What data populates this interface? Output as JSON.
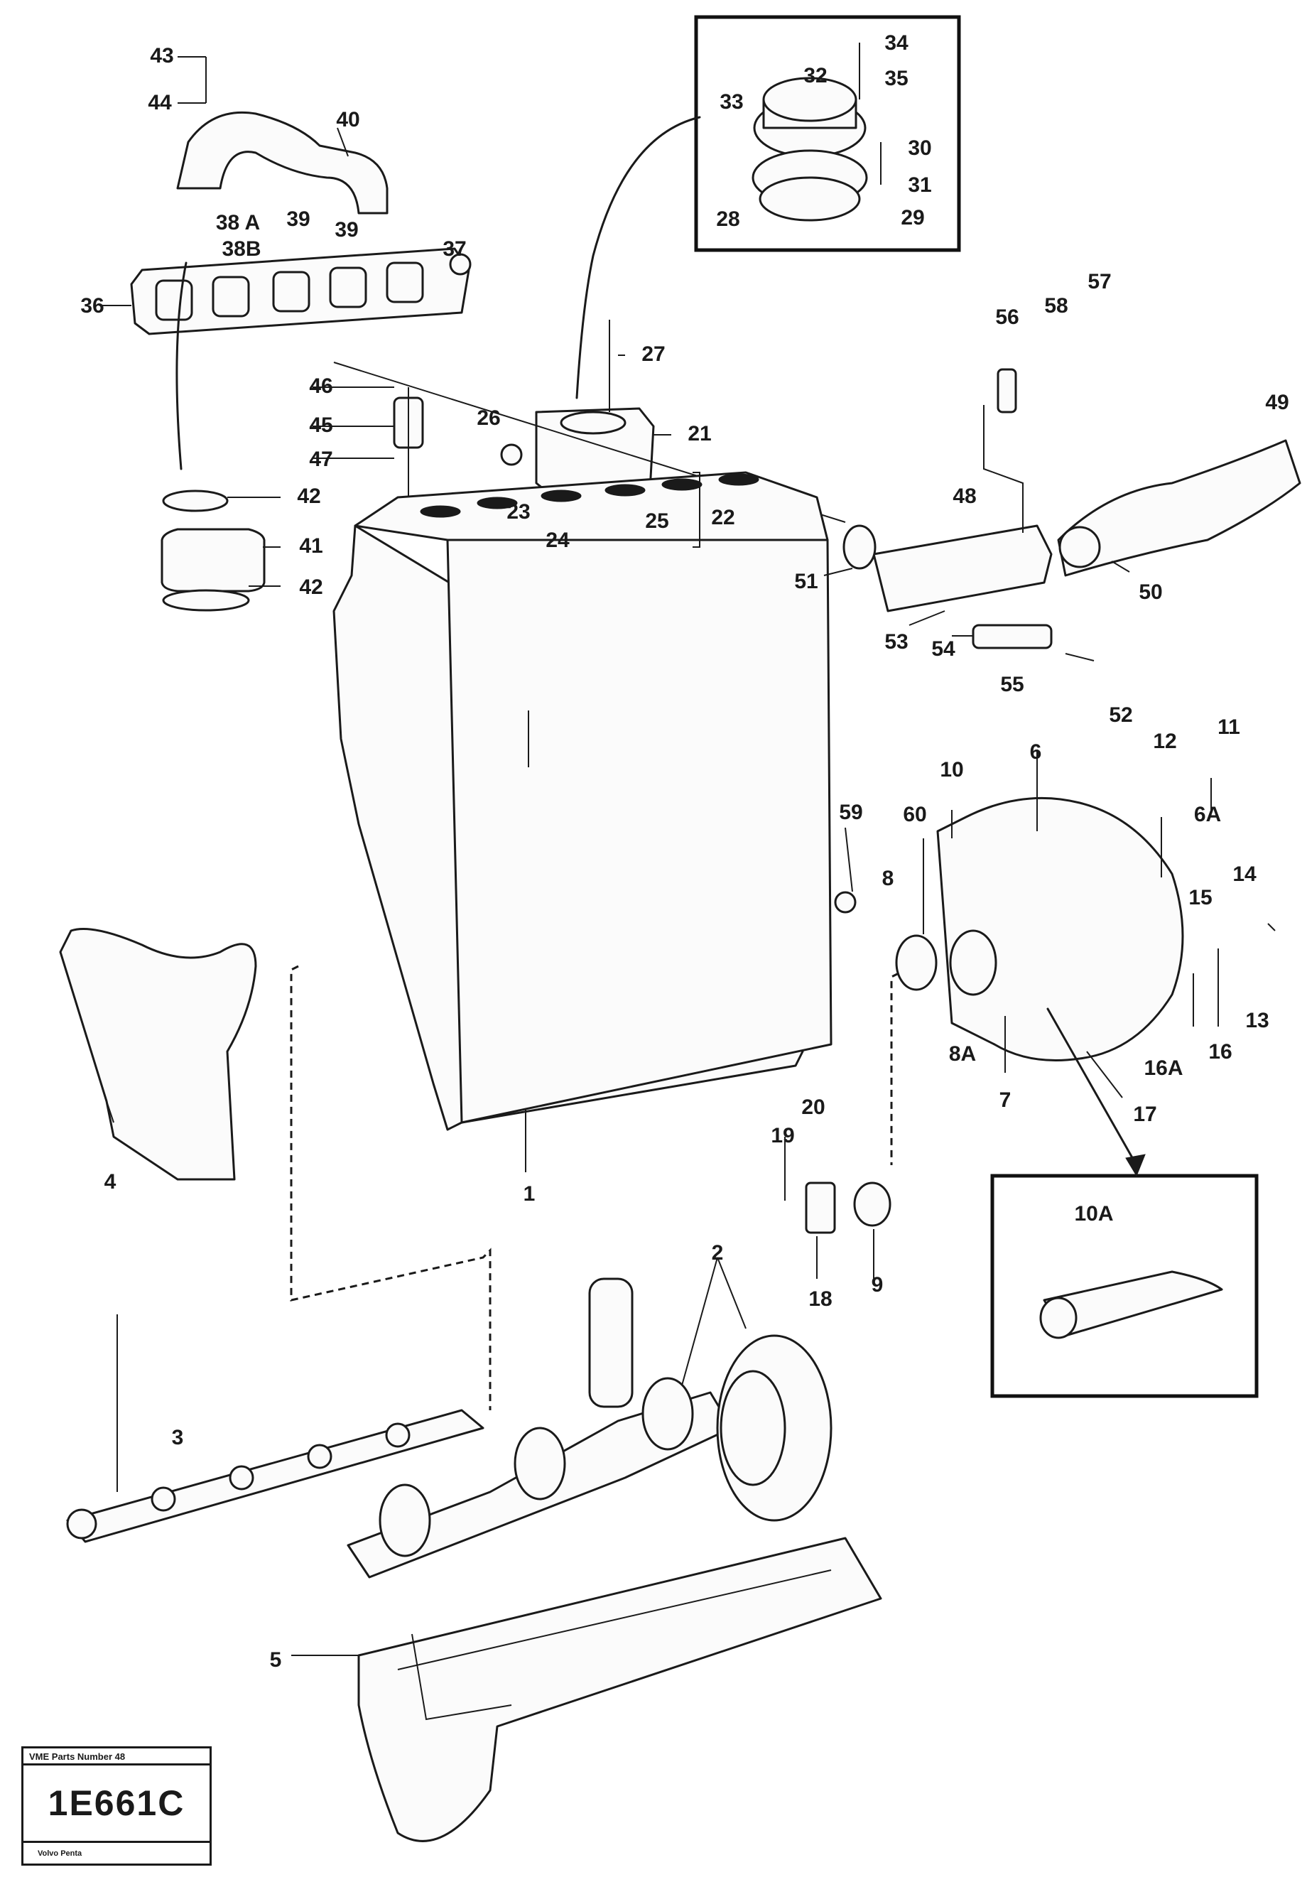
{
  "callouts": [
    {
      "id": "c43",
      "label": "43"
    },
    {
      "id": "c44",
      "label": "44"
    },
    {
      "id": "c40",
      "label": "40"
    },
    {
      "id": "c38a",
      "label": "38 A"
    },
    {
      "id": "c39a",
      "label": "39"
    },
    {
      "id": "c38b",
      "label": "38B"
    },
    {
      "id": "c39b",
      "label": "39"
    },
    {
      "id": "c37",
      "label": "37"
    },
    {
      "id": "c36",
      "label": "36"
    },
    {
      "id": "c46",
      "label": "46"
    },
    {
      "id": "c45",
      "label": "45"
    },
    {
      "id": "c47",
      "label": "47"
    },
    {
      "id": "c42a",
      "label": "42"
    },
    {
      "id": "c41",
      "label": "41"
    },
    {
      "id": "c42b",
      "label": "42"
    },
    {
      "id": "c34",
      "label": "34"
    },
    {
      "id": "c32",
      "label": "32"
    },
    {
      "id": "c35",
      "label": "35"
    },
    {
      "id": "c33",
      "label": "33"
    },
    {
      "id": "c30",
      "label": "30"
    },
    {
      "id": "c31",
      "label": "31"
    },
    {
      "id": "c28",
      "label": "28"
    },
    {
      "id": "c29",
      "label": "29"
    },
    {
      "id": "c27",
      "label": "27"
    },
    {
      "id": "c26",
      "label": "26"
    },
    {
      "id": "c21",
      "label": "21"
    },
    {
      "id": "c23",
      "label": "23"
    },
    {
      "id": "c24",
      "label": "24"
    },
    {
      "id": "c25",
      "label": "25"
    },
    {
      "id": "c22",
      "label": "22"
    },
    {
      "id": "c56",
      "label": "56"
    },
    {
      "id": "c58",
      "label": "58"
    },
    {
      "id": "c57",
      "label": "57"
    },
    {
      "id": "c49",
      "label": "49"
    },
    {
      "id": "c48",
      "label": "48"
    },
    {
      "id": "c51",
      "label": "51"
    },
    {
      "id": "c50",
      "label": "50"
    },
    {
      "id": "c53",
      "label": "53"
    },
    {
      "id": "c54",
      "label": "54"
    },
    {
      "id": "c55",
      "label": "55"
    },
    {
      "id": "c52",
      "label": "52"
    },
    {
      "id": "c12",
      "label": "12"
    },
    {
      "id": "c11",
      "label": "11"
    },
    {
      "id": "c10",
      "label": "10"
    },
    {
      "id": "c6",
      "label": "6"
    },
    {
      "id": "c6a",
      "label": "6A"
    },
    {
      "id": "c14",
      "label": "14"
    },
    {
      "id": "c59",
      "label": "59"
    },
    {
      "id": "c60",
      "label": "60"
    },
    {
      "id": "c8",
      "label": "8"
    },
    {
      "id": "c15",
      "label": "15"
    },
    {
      "id": "c13",
      "label": "13"
    },
    {
      "id": "c8a",
      "label": "8A"
    },
    {
      "id": "c16a",
      "label": "16A"
    },
    {
      "id": "c16",
      "label": "16"
    },
    {
      "id": "c7",
      "label": "7"
    },
    {
      "id": "c17",
      "label": "17"
    },
    {
      "id": "c4",
      "label": "4"
    },
    {
      "id": "c1",
      "label": "1"
    },
    {
      "id": "c20",
      "label": "20"
    },
    {
      "id": "c19",
      "label": "19"
    },
    {
      "id": "c18",
      "label": "18"
    },
    {
      "id": "c9",
      "label": "9"
    },
    {
      "id": "c10a",
      "label": "10A"
    },
    {
      "id": "c2",
      "label": "2"
    },
    {
      "id": "c3",
      "label": "3"
    },
    {
      "id": "c5",
      "label": "5"
    }
  ],
  "ref_box": {
    "top_text": "VME Parts Number 48",
    "code": "1E661C",
    "bottom_text": "Volvo Penta"
  }
}
